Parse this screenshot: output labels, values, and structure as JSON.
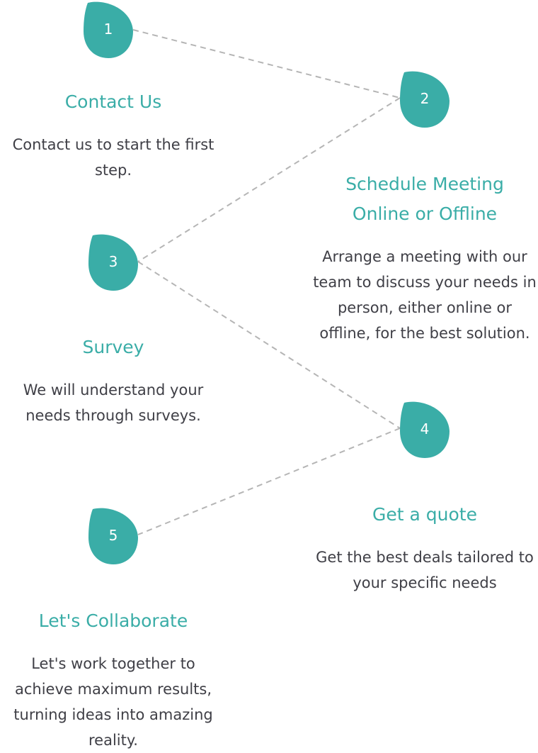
{
  "colors": {
    "accent": "#3aada7",
    "text": "#3f3f46",
    "connector": "#b5b5b5"
  },
  "steps": [
    {
      "num": "1",
      "title": "Contact Us",
      "desc": "Contact us to start the first step."
    },
    {
      "num": "2",
      "title": "Schedule Meeting Online or Offline",
      "desc": "Arrange a meeting with our team to discuss your needs in person, either online or offline, for the best solution."
    },
    {
      "num": "3",
      "title": "Survey",
      "desc": "We will understand your needs through surveys."
    },
    {
      "num": "4",
      "title": "Get a quote",
      "desc": "Get the best deals tailored to your specific needs"
    },
    {
      "num": "5",
      "title": "Let's Collaborate",
      "desc": "Let's work together to achieve maximum results, turning ideas into amazing reality."
    }
  ]
}
